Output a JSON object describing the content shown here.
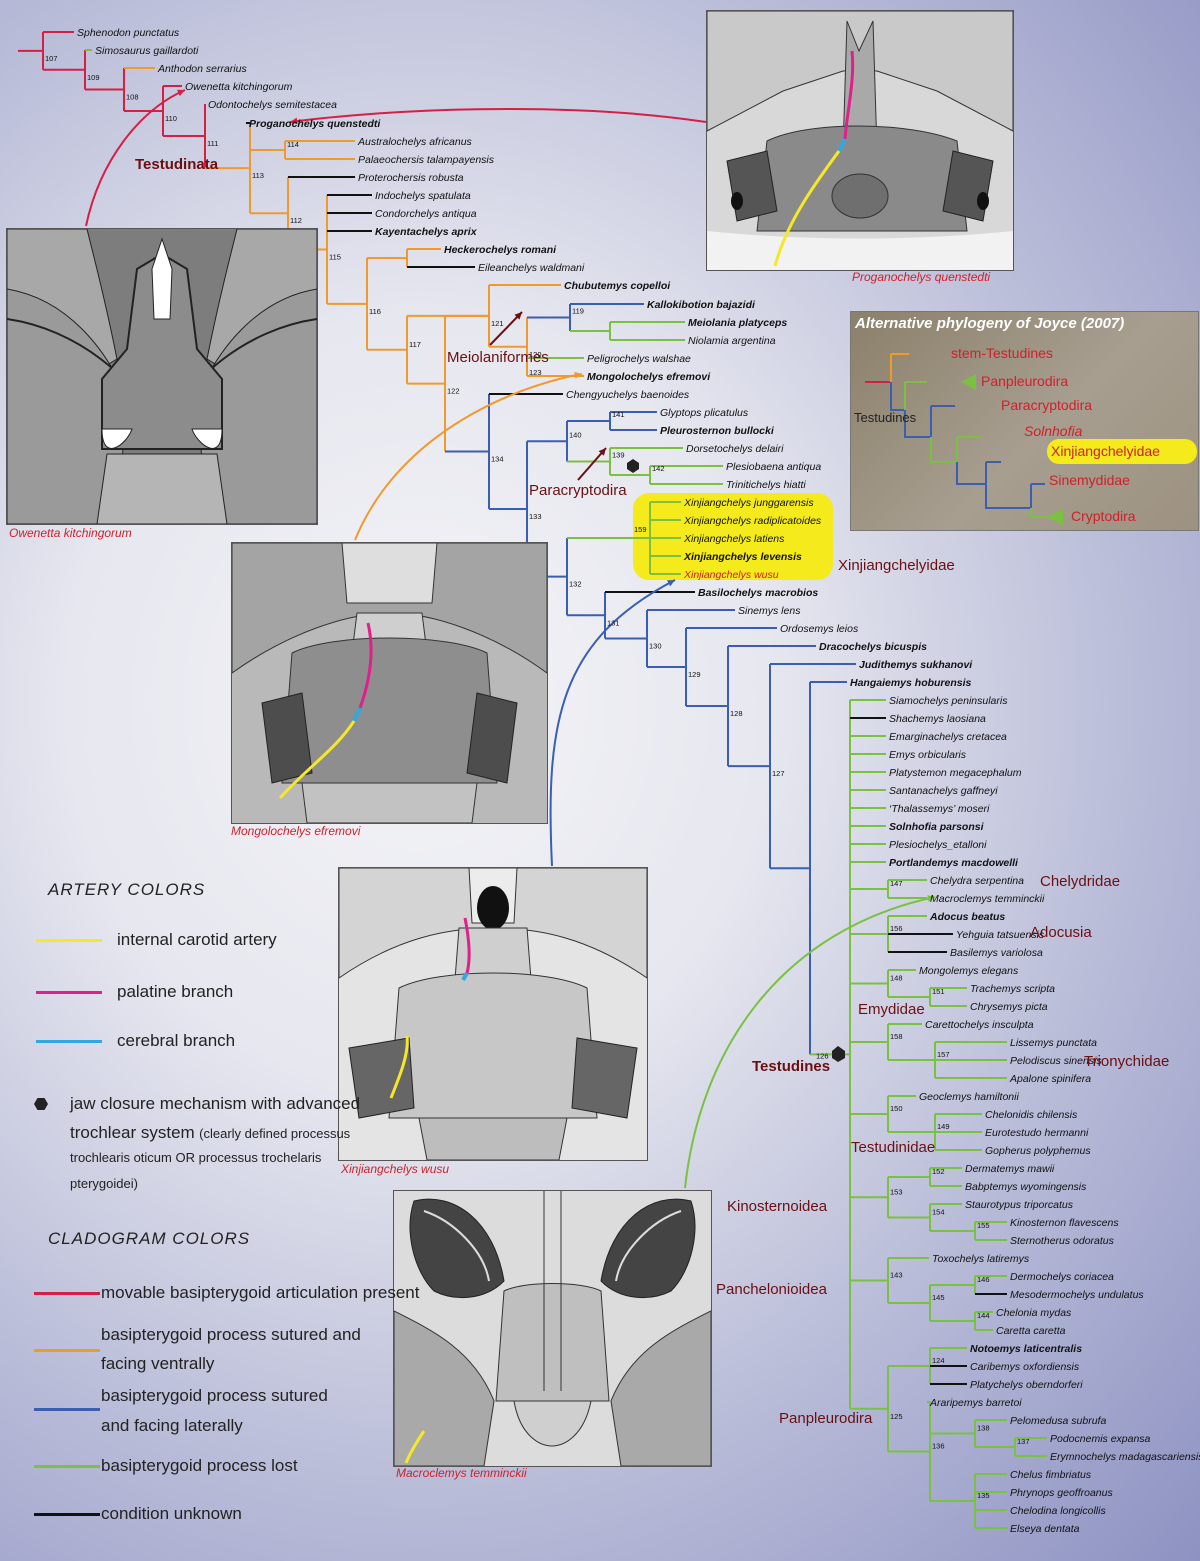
{
  "colors": {
    "movable": "#d61f45",
    "ventral": "#f09a2e",
    "lateral": "#3a5fb0",
    "lost": "#7ac142",
    "unknown": "#111111",
    "internal_carotid": "#f5e82a",
    "palatine": "#e0208a",
    "cerebral": "#31a8e0",
    "highlight": "#f5ea1c",
    "clade_label": "#6b0f12",
    "caption": "#d0202a"
  },
  "taxa": [
    {
      "id": "t1",
      "text": "Sphenodon punctatus"
    },
    {
      "id": "t2",
      "text": "Simosaurus gaillardoti"
    },
    {
      "id": "t3",
      "text": "Anthodon serrarius"
    },
    {
      "id": "t4",
      "text": "Owenetta kitchingorum"
    },
    {
      "id": "t5",
      "text": "Odontochelys semitestacea"
    },
    {
      "id": "t6",
      "text": "Proganochelys quenstedti"
    },
    {
      "id": "t7",
      "text": "Australochelys africanus"
    },
    {
      "id": "t8",
      "text": "Palaeochersis talampayensis"
    },
    {
      "id": "t9",
      "text": "Proterochersis robusta"
    },
    {
      "id": "t10",
      "text": "Indochelys spatulata"
    },
    {
      "id": "t11",
      "text": "Condorchelys antiqua"
    },
    {
      "id": "t12",
      "text": "Kayentachelys aprix"
    },
    {
      "id": "t13",
      "text": "Heckerochelys romani"
    },
    {
      "id": "t14",
      "text": "Eileanchelys waldmani"
    },
    {
      "id": "t15",
      "text": "Chubutemys copelloi"
    },
    {
      "id": "t16",
      "text": "Kallokibotion bajazidi"
    },
    {
      "id": "t17",
      "text": "Meiolania platyceps"
    },
    {
      "id": "t18",
      "text": "Niolamia argentina"
    },
    {
      "id": "t19",
      "text": "Peligrochelys walshae"
    },
    {
      "id": "t20",
      "text": "Mongolochelys efremovi"
    },
    {
      "id": "t21",
      "text": "Chengyuchelys baenoides"
    },
    {
      "id": "t22",
      "text": "Glyptops plicatulus"
    },
    {
      "id": "t23",
      "text": "Pleurosternon bullocki"
    },
    {
      "id": "t24",
      "text": "Dorsetochelys delairi"
    },
    {
      "id": "t25",
      "text": "Plesiobaena antiqua"
    },
    {
      "id": "t26",
      "text": "Trinitichelys hiatti"
    },
    {
      "id": "t27",
      "text": "Xinjiangchelys junggarensis"
    },
    {
      "id": "t28",
      "text": "Xinjiangchelys radiplicatoides"
    },
    {
      "id": "t29",
      "text": "Xinjiangchelys latiens"
    },
    {
      "id": "t30",
      "text": "Xinjiangchelys levensis"
    },
    {
      "id": "t31",
      "text": "Xinjiangchelys wusu"
    },
    {
      "id": "t32",
      "text": "Basilochelys macrobios"
    },
    {
      "id": "t33",
      "text": "Sinemys lens"
    },
    {
      "id": "t34",
      "text": "Ordosemys leios"
    },
    {
      "id": "t35",
      "text": "Dracochelys bicuspis"
    },
    {
      "id": "t36",
      "text": "Judithemys sukhanovi"
    },
    {
      "id": "t37",
      "text": "Hangaiemys hoburensis"
    },
    {
      "id": "t38",
      "text": "Siamochelys peninsularis"
    },
    {
      "id": "t39",
      "text": "Shachemys laosiana"
    },
    {
      "id": "t40",
      "text": "Emarginachelys cretacea"
    },
    {
      "id": "t41",
      "text": "Emys orbicularis"
    },
    {
      "id": "t42",
      "text": "Platystemon megacephalum"
    },
    {
      "id": "t43",
      "text": "Santanachelys gaffneyi"
    },
    {
      "id": "t44",
      "text": "‘Thalassemys’ moseri"
    },
    {
      "id": "t45",
      "text": "Solnhofia parsonsi"
    },
    {
      "id": "t46",
      "text": "Plesiochelys_etalloni"
    },
    {
      "id": "t47",
      "text": "Portlandemys macdowelli"
    },
    {
      "id": "t48",
      "text": "Chelydra serpentina"
    },
    {
      "id": "t49",
      "text": "Macroclemys temminckii"
    },
    {
      "id": "t50",
      "text": "Adocus beatus"
    },
    {
      "id": "t51",
      "text": "Yehguia tatsuensis"
    },
    {
      "id": "t52",
      "text": "Basilemys variolosa"
    },
    {
      "id": "t53",
      "text": "Mongolemys elegans"
    },
    {
      "id": "t54",
      "text": "Trachemys scripta"
    },
    {
      "id": "t55",
      "text": "Chrysemys picta"
    },
    {
      "id": "t56",
      "text": "Carettochelys insculpta"
    },
    {
      "id": "t57",
      "text": "Lissemys punctata"
    },
    {
      "id": "t58",
      "text": "Pelodiscus sinensis"
    },
    {
      "id": "t59",
      "text": "Apalone spinifera"
    },
    {
      "id": "t60",
      "text": "Geoclemys hamiltonii"
    },
    {
      "id": "t61",
      "text": "Chelonidis chilensis"
    },
    {
      "id": "t62",
      "text": "Eurotestudo hermanni"
    },
    {
      "id": "t63",
      "text": "Gopherus polyphemus"
    },
    {
      "id": "t64",
      "text": "Dermatemys mawii"
    },
    {
      "id": "t65",
      "text": "Babptemys wyomingensis"
    },
    {
      "id": "t66",
      "text": "Staurotypus triporcatus"
    },
    {
      "id": "t67",
      "text": "Kinosternon flavescens"
    },
    {
      "id": "t68",
      "text": "Sternotherus odoratus"
    },
    {
      "id": "t69",
      "text": "Toxochelys latiremys"
    },
    {
      "id": "t70",
      "text": "Dermochelys coriacea"
    },
    {
      "id": "t71",
      "text": "Mesodermochelys undulatus"
    },
    {
      "id": "t72",
      "text": "Chelonia mydas"
    },
    {
      "id": "t73",
      "text": "Caretta caretta"
    },
    {
      "id": "t74",
      "text": "Notoemys laticentralis"
    },
    {
      "id": "t75",
      "text": "Caribemys oxfordiensis"
    },
    {
      "id": "t76",
      "text": "Platychelys oberndorferi"
    },
    {
      "id": "t77",
      "text": "Araripemys barretoi"
    },
    {
      "id": "t78",
      "text": "Pelomedusa subrufa"
    },
    {
      "id": "t79",
      "text": "Podocnemis expansa"
    },
    {
      "id": "t80",
      "text": "Erymnochelys madagascariensis"
    },
    {
      "id": "t81",
      "text": "Chelus fimbriatus"
    },
    {
      "id": "t82",
      "text": "Phrynops geoffroanus"
    },
    {
      "id": "t83",
      "text": "Chelodina longicollis"
    },
    {
      "id": "t84",
      "text": "Elseya dentata"
    }
  ],
  "node_numbers": [
    "107",
    "109",
    "108",
    "110",
    "111",
    "114",
    "113",
    "112",
    "115",
    "116",
    "117",
    "121",
    "120",
    "119",
    "123",
    "122",
    "141",
    "140",
    "139",
    "142",
    "134",
    "133",
    "159",
    "132",
    "131",
    "130",
    "129",
    "128",
    "127",
    "147",
    "156",
    "148",
    "151",
    "158",
    "157",
    "150",
    "149",
    "126",
    "152",
    "153",
    "154",
    "155",
    "143",
    "146",
    "145",
    "144",
    "124",
    "125",
    "138",
    "137",
    "136",
    "135"
  ],
  "clades": {
    "testudinata": "Testudinata",
    "meiolaniformes": "Meiolaniformes",
    "paracryptodira": "Paracryptodira",
    "xinjiangchelyidae": "Xinjiangchelyidae",
    "testudines": "Testudines",
    "chelydridae": "Chelydridae",
    "adocusia": "Adocusia",
    "emydidae": "Emydidae",
    "trionychidae": "Trionychidae",
    "testudinidae": "Testudinidae",
    "kinosternoidea": "Kinosternoidea",
    "panchelonioidea": "Panchelonioidea",
    "panpleurodira": "Panpleurodira"
  },
  "panels": {
    "owenetta": "Owenetta kitchingorum",
    "proganochelys": "Proganochelys quenstedti",
    "mongolochelys": "Mongolochelys efremovi",
    "xinjiangchelys": "Xinjiangchelys wusu",
    "macroclemys": "Macroclemys temminckii"
  },
  "alternative": {
    "title": "Alternative phylogeny of Joyce (2007)",
    "stem": "stem-Testudines",
    "testudines": "Testudines",
    "panpleurodira": "Panpleurodira",
    "paracryptodira": "Paracryptodira",
    "solnhofia": "Solnhofia",
    "xinjiangchelyidae": "Xinjiangchelyidae",
    "sinemydidae": "Sinemydidae",
    "cryptodira": "Cryptodira"
  },
  "legend": {
    "artery_heading": "ARTERY COLORS",
    "internal": "internal carotid artery",
    "palatine": "palatine branch",
    "cerebral": "cerebral branch",
    "jaw_line1": "jaw closure mechanism with advanced",
    "jaw_line2": "trochlear system",
    "jaw_small1": "(clearly defined processus",
    "jaw_small2": "trochlearis oticum OR processus trochelaris",
    "jaw_small3": "pterygoidei)",
    "clado_heading": "CLADOGRAM COLORS",
    "movable": "movable basipterygoid articulation present",
    "ventral1": "basipterygoid process sutured and",
    "ventral2": "facing ventrally",
    "lateral1": "basipterygoid process sutured",
    "lateral2": "and facing laterally",
    "lost": "basipterygoid process lost",
    "unknown": "condition unknown"
  }
}
